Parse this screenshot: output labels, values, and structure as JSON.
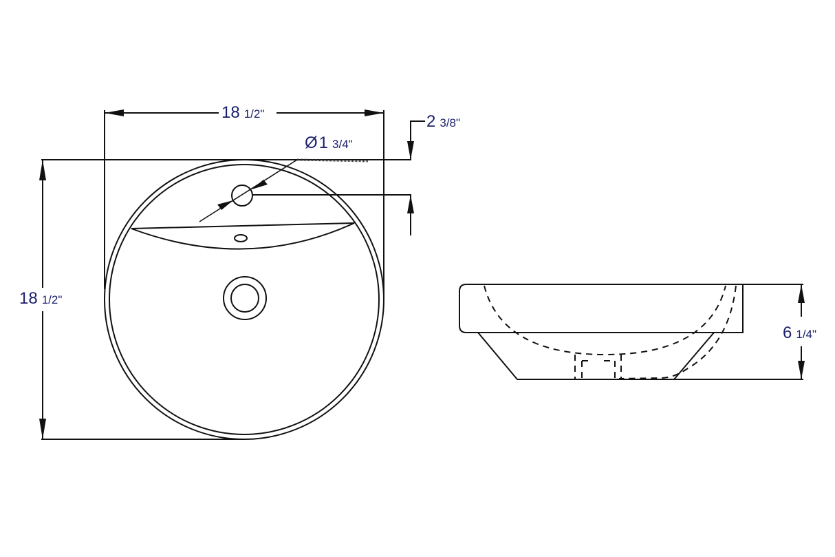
{
  "drawing": {
    "title": "Sink dimension drawing",
    "views": [
      "top-view",
      "side-view"
    ],
    "colors": {
      "line": "#111111",
      "dimension_text": "#1b1f6b",
      "background": "#ffffff"
    }
  },
  "dimensions": {
    "top_width": {
      "whole": "18",
      "fraction": "1/2\""
    },
    "left_depth": {
      "whole": "18",
      "fraction": "1/2\""
    },
    "faucet_hole": {
      "symbol": "Ø",
      "whole": "1",
      "fraction": "3/4\""
    },
    "faucet_offset": {
      "whole": "2",
      "fraction": "3/8\""
    },
    "height": {
      "whole": "6",
      "fraction": "1/4\""
    }
  }
}
